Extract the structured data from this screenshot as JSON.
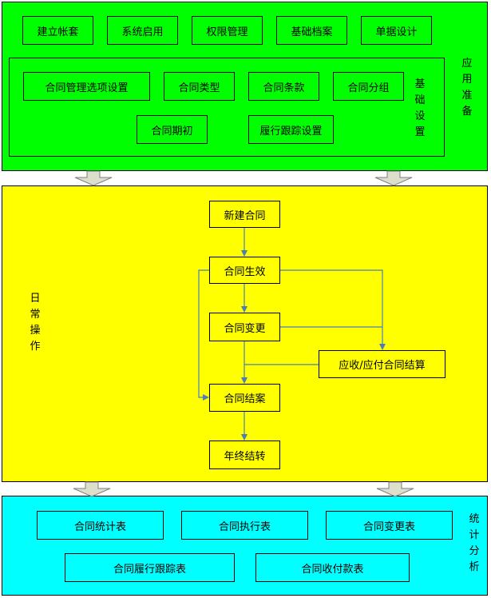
{
  "colors": {
    "green": "#00ff00",
    "yellow": "#ffff00",
    "cyan": "#00ffff",
    "connector": "#4a7ebb",
    "big_arrow": "#dedecc"
  },
  "setup": {
    "top_buttons": [
      "建立帐套",
      "系统启用",
      "权限管理",
      "基础档案",
      "单据设计"
    ],
    "basic_settings": {
      "label": "基础设置",
      "row1": [
        "合同管理选项设置",
        "合同类型",
        "合同条款",
        "合同分组"
      ],
      "row2": [
        "合同期初",
        "履行跟踪设置"
      ]
    },
    "side_label": "应用准备"
  },
  "daily": {
    "side_label": "日常操作",
    "steps": {
      "new": "新建合同",
      "effective": "合同生效",
      "change": "合同变更",
      "settle": "应收/应付合同结算",
      "close": "合同结案",
      "carry": "年终结转"
    }
  },
  "stats": {
    "side_label": "统计分析",
    "row1": [
      "合同统计表",
      "合同执行表",
      "合同变更表"
    ],
    "row2": [
      "合同履行跟踪表",
      "合同收付款表"
    ]
  }
}
